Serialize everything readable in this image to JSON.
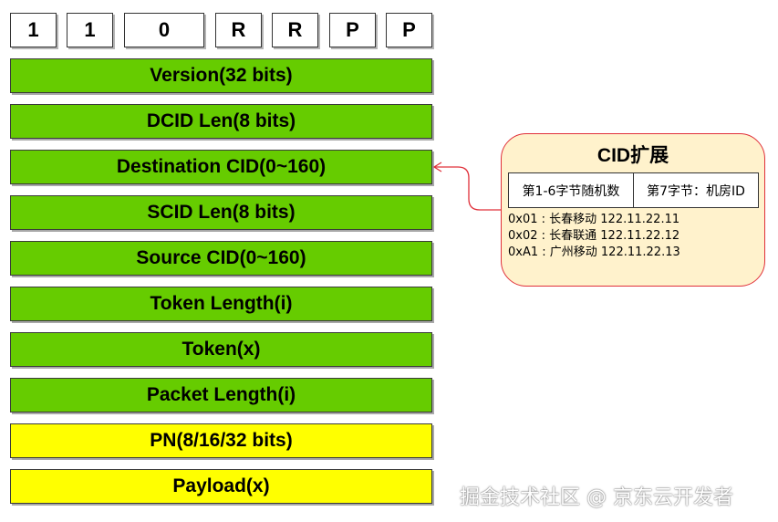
{
  "header_bits": [
    "1",
    "1",
    "0",
    "R",
    "R",
    "P",
    "P"
  ],
  "fields": [
    {
      "label": "Version(32 bits)",
      "color": "#66cc00"
    },
    {
      "label": "DCID Len(8 bits)",
      "color": "#66cc00"
    },
    {
      "label": "Destination CID(0~160)",
      "color": "#66cc00"
    },
    {
      "label": "SCID Len(8 bits)",
      "color": "#66cc00"
    },
    {
      "label": "Source CID(0~160)",
      "color": "#66cc00"
    },
    {
      "label": "Token Length(i)",
      "color": "#66cc00"
    },
    {
      "label": "Token(x)",
      "color": "#66cc00"
    },
    {
      "label": "Packet Length(i)",
      "color": "#66cc00"
    },
    {
      "label": "PN(8/16/32 bits)",
      "color": "#ffff00"
    },
    {
      "label": "Payload(x)",
      "color": "#ffff00"
    }
  ],
  "cid_extension": {
    "title": "CID扩展",
    "cells": [
      "第1-6字节随机数",
      "第7字节：机房ID"
    ],
    "entries": [
      "0x01 : 长春移动 122.11.22.11",
      "0x02 : 长春联通 122.11.22.12",
      "0xA1 : 广州移动 122.11.22.13"
    ],
    "border_color": "#e0303a",
    "background_color": "#fff2cc"
  },
  "watermark": "掘金技术社区 @ 京东云开发者"
}
